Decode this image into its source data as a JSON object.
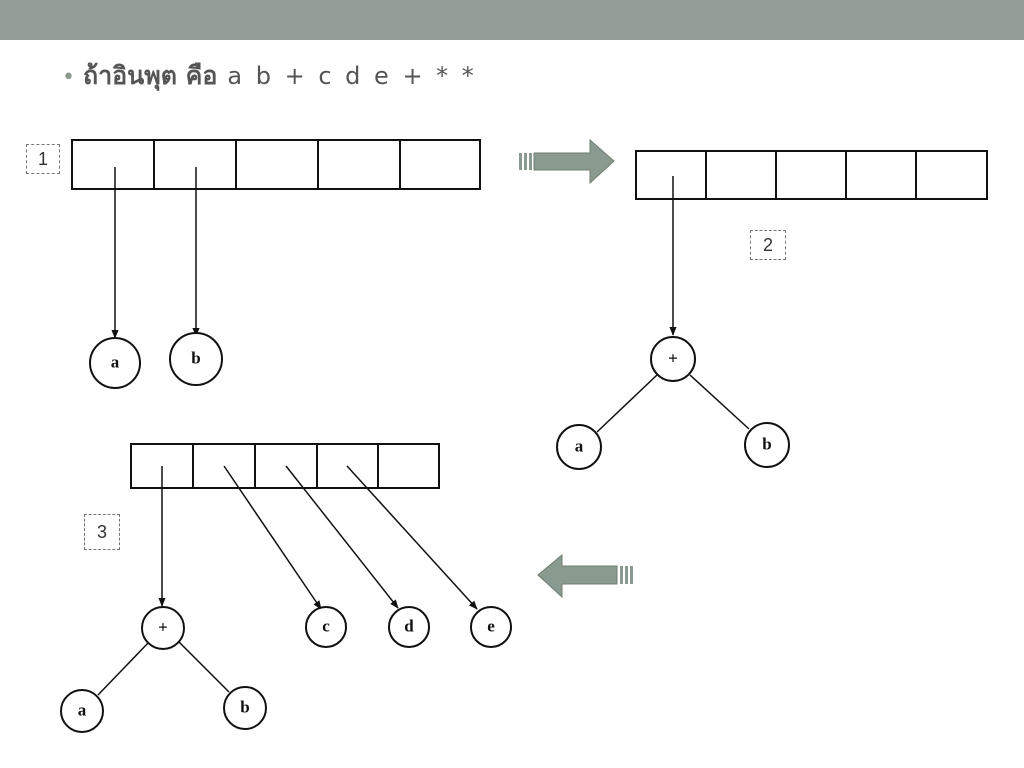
{
  "heading": {
    "bullet": "•",
    "prefix": "ถ้าอินพุต คือ",
    "expression": "a b + c d e + * *"
  },
  "steps": [
    "1",
    "2",
    "3"
  ],
  "nodes": {
    "a": "a",
    "b": "b",
    "c": "c",
    "d": "d",
    "e": "e",
    "plus": "+"
  },
  "colors": {
    "top_bar": "#939e96",
    "arrow_fill": "#8a9a8e",
    "line": "#111111"
  },
  "icons": [
    "right-arrow-icon",
    "left-arrow-icon"
  ]
}
